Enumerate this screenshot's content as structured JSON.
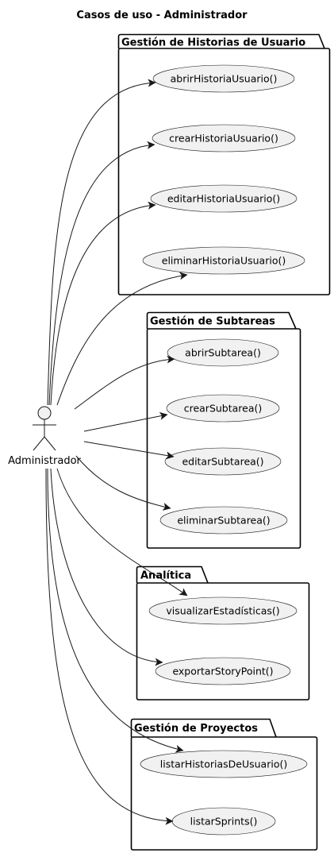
{
  "title": "Casos de uso - Administrador",
  "actor": {
    "name": "Administrador"
  },
  "packages": [
    {
      "name": "Gestión de Historias de Usuario",
      "use_cases": [
        "abrirHistoriaUsuario()",
        "crearHistoriaUsuario()",
        "editarHistoriaUsuario()",
        "eliminarHistoriaUsuario()"
      ]
    },
    {
      "name": "Gestión de Subtareas",
      "use_cases": [
        "abrirSubtarea()",
        "crearSubtarea()",
        "editarSubtarea()",
        "eliminarSubtarea()"
      ]
    },
    {
      "name": "Analítica",
      "use_cases": [
        "visualizarEstadísticas()",
        "exportarStoryPoint()"
      ]
    },
    {
      "name": "Gestión de Proyectos",
      "use_cases": [
        "listarHistoriasDeUsuario()",
        "listarSprints()"
      ]
    }
  ],
  "colors": {
    "use_case_fill": "#f1f1f1",
    "line": "#181818"
  }
}
